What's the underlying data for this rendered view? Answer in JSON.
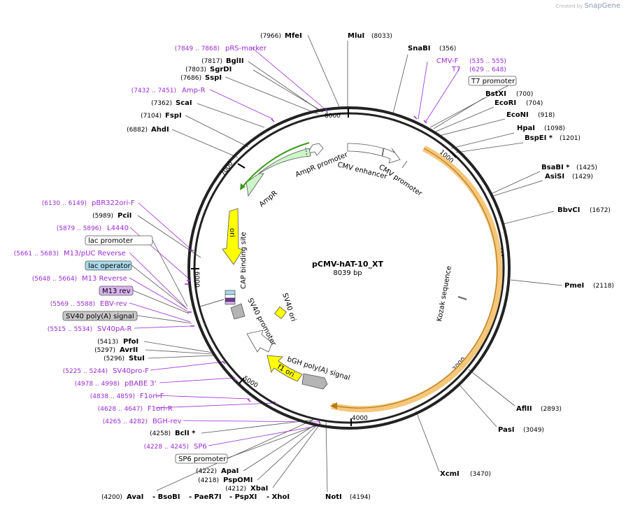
{
  "brand": {
    "created_by": "Created by",
    "name": "SnapGene"
  },
  "plasmid": {
    "name": "pCMV-hAT-10_XT",
    "length": "8039 bp"
  },
  "ticks": [
    "1000",
    "2000",
    "3000",
    "4000",
    "5000",
    "6000",
    "7000",
    "8000"
  ],
  "sites_right": [
    {
      "name": "MluI",
      "pos": "(8033)"
    },
    {
      "name": "SnaBI",
      "pos": "(356)"
    },
    {
      "name": "BstXI",
      "pos": "(700)"
    },
    {
      "name": "EcoRI",
      "pos": "(704)"
    },
    {
      "name": "EcoNI",
      "pos": "(918)"
    },
    {
      "name": "HpaI",
      "pos": "(1098)"
    },
    {
      "name": "BspEI *",
      "pos": "(1201)"
    },
    {
      "name": "BsaBI *",
      "pos": "(1425)"
    },
    {
      "name": "AsiSI",
      "pos": "(1429)"
    },
    {
      "name": "BbvCI",
      "pos": "(1672)"
    },
    {
      "name": "PmeI",
      "pos": "(2118)"
    },
    {
      "name": "AflII",
      "pos": "(2893)"
    },
    {
      "name": "PasI",
      "pos": "(3049)"
    },
    {
      "name": "XcmI",
      "pos": "(3470)"
    },
    {
      "name": "NotI",
      "pos": "(4194)"
    }
  ],
  "primers_right": [
    {
      "name": "CMV-F",
      "pos": "(535 .. 555)"
    },
    {
      "name": "T7",
      "pos": "(629 .. 648)"
    }
  ],
  "boxed_right": [
    {
      "name": "T7 promoter"
    }
  ],
  "sites_left": [
    {
      "name": "MfeI",
      "pos": "(7966)"
    },
    {
      "name": "BglII",
      "pos": "(7817)"
    },
    {
      "name": "SgrDI",
      "pos": "(7803)"
    },
    {
      "name": "SspI",
      "pos": "(7686)"
    },
    {
      "name": "ScaI",
      "pos": "(7362)"
    },
    {
      "name": "FspI",
      "pos": "(7104)"
    },
    {
      "name": "AhdI",
      "pos": "(6882)"
    },
    {
      "name": "PciI",
      "pos": "(5989)"
    },
    {
      "name": "PfoI",
      "pos": "(5413)"
    },
    {
      "name": "AvrII",
      "pos": "(5297)"
    },
    {
      "name": "StuI",
      "pos": "(5296)"
    },
    {
      "name": "BclI *",
      "pos": "(4258)"
    },
    {
      "name": "ApaI",
      "pos": "(4222)"
    },
    {
      "name": "PspOMI",
      "pos": "(4218)"
    },
    {
      "name": "XbaI",
      "pos": "(4212)"
    }
  ],
  "primers_left": [
    {
      "name": "pRS-marker",
      "pos": "(7849 .. 7868)"
    },
    {
      "name": "Amp-R",
      "pos": "(7432 .. 7451)"
    },
    {
      "name": "pBR322ori-F",
      "pos": "(6130 .. 6149)"
    },
    {
      "name": "L4440",
      "pos": "(5879 .. 5896)"
    },
    {
      "name": "M13/pUC Reverse",
      "pos": "(5661 .. 5683)"
    },
    {
      "name": "M13 Reverse",
      "pos": "(5648 .. 5664)"
    },
    {
      "name": "EBV-rev",
      "pos": "(5569 .. 5588)"
    },
    {
      "name": "SV40pA-R",
      "pos": "(5515 .. 5534)"
    },
    {
      "name": "SV40pro-F",
      "pos": "(5225 .. 5244)"
    },
    {
      "name": "pBABE 3'",
      "pos": "(4978 .. 4998)"
    },
    {
      "name": "F1ori-F",
      "pos": "(4838 .. 4859)"
    },
    {
      "name": "F1ori-R",
      "pos": "(4628 .. 4647)"
    },
    {
      "name": "BGH-rev",
      "pos": "(4265 .. 4282)"
    },
    {
      "name": "SP6",
      "pos": "(4228 .. 4245)"
    }
  ],
  "boxed_left": [
    {
      "name": "lac promoter",
      "fill": "#ffffff"
    },
    {
      "name": "lac operator",
      "fill": "#a8d8e8"
    },
    {
      "name": "M13 rev",
      "fill": "#d9b3f0"
    },
    {
      "name": "SV40 poly(A) signal",
      "fill": "#c8c8c8"
    },
    {
      "name": "SP6 promoter",
      "fill": "#ffffff"
    }
  ],
  "bottom_row": {
    "pos": "(4200)",
    "names": [
      "AvaI",
      "- BsoBI",
      "- PaeR7I",
      "- PspXI",
      "- XhoI"
    ]
  },
  "features": {
    "ampr_promoter": "AmpR promoter",
    "ampr": "AmpR",
    "cmv_enhancer": "CMV enhancer",
    "cmv_promoter": "CMV promoter",
    "ori": "ori",
    "cap_site": "CAP binding site",
    "sv40_promoter": "SV40 promoter",
    "sv40_ori": "SV40 ori",
    "f1_ori": "f1 ori",
    "bgh_signal": "bGH poly(A) signal",
    "kozak": "Kozak sequence"
  },
  "colors": {
    "backbone": "#222222",
    "primer": "#9b2bd6",
    "ampr": "#ccf5c8",
    "ori": "#ffff00",
    "orange_arc": "#f5c77a",
    "grey_feature": "#b4b4b4"
  }
}
